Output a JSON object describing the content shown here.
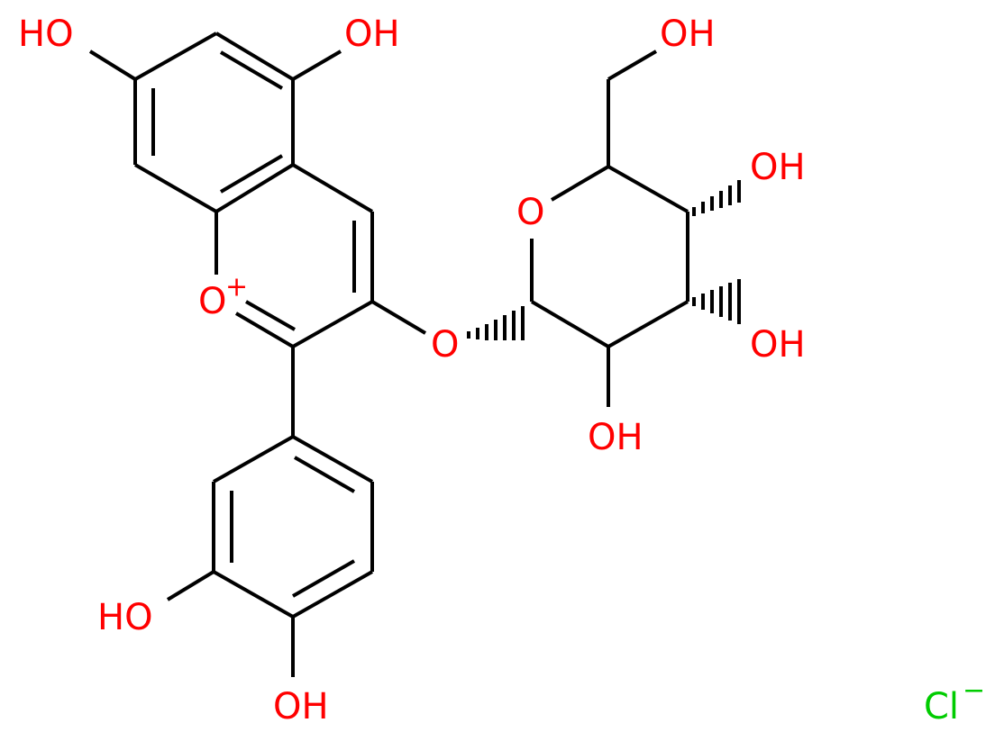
{
  "colors": {
    "bond": "#000000",
    "oxygen": "#ff0000",
    "chlorine": "#00cc00",
    "background": "#ffffff"
  },
  "labels": {
    "oh_top_left": "HO",
    "oh_top_mid": "OH",
    "oh_top_right": "OH",
    "oh_sugar_upper": "OH",
    "oh_sugar_lower_right": "OH",
    "oh_sugar_bottom": "OH",
    "oh_bottom_left": "HO",
    "oh_bottom": "OH",
    "ring_oxonium": "O",
    "ring_oxonium_charge": "+",
    "glycosidic_o": "O",
    "sugar_ring_o": "O",
    "chloride": "Cl",
    "chloride_charge": "−"
  }
}
